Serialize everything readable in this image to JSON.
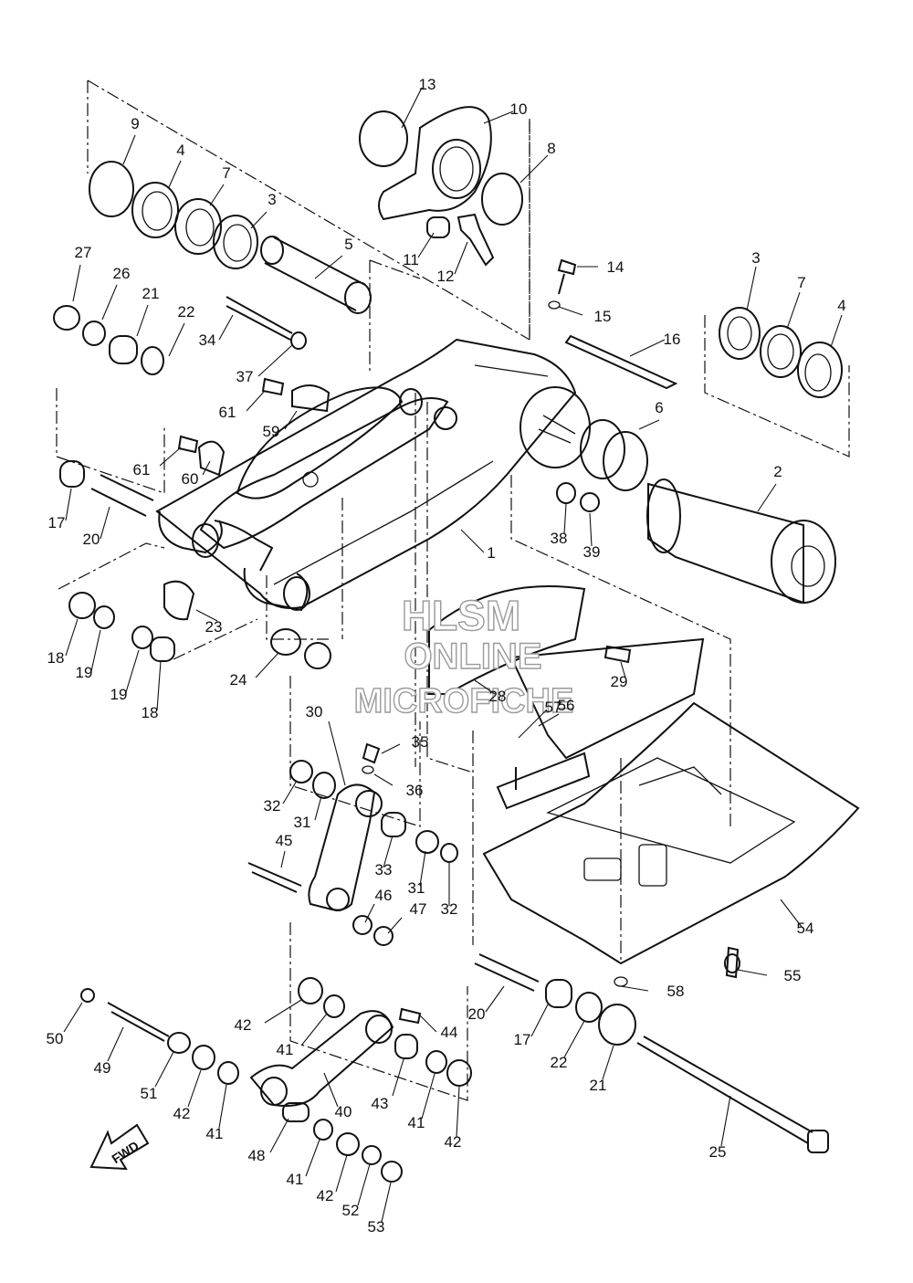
{
  "diagram": {
    "parts": [
      "1",
      "2",
      "3",
      "4",
      "5",
      "6",
      "7",
      "8",
      "9",
      "10",
      "11",
      "12",
      "13",
      "14",
      "15",
      "16",
      "17",
      "18",
      "19",
      "20",
      "21",
      "22",
      "23",
      "24",
      "25",
      "26",
      "27",
      "28",
      "29",
      "30",
      "31",
      "32",
      "33",
      "34",
      "35",
      "36",
      "37",
      "38",
      "39",
      "40",
      "41",
      "42",
      "43",
      "44",
      "45",
      "46",
      "47",
      "48",
      "49",
      "50",
      "51",
      "52",
      "53",
      "54",
      "55",
      "56",
      "57",
      "58",
      "59",
      "60",
      "61"
    ],
    "fwd_label": "FWD",
    "watermark": [
      "HLSM",
      "ONLINE",
      "MICROFICHE"
    ]
  }
}
